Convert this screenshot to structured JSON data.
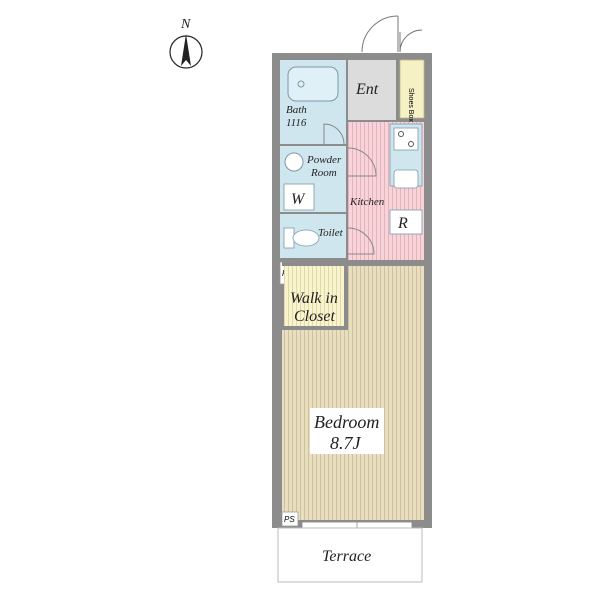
{
  "compass": {
    "north_label": "N"
  },
  "rooms": {
    "entrance": "Ent",
    "shoes_box": "Shoes Box",
    "bath": "Bath",
    "bath_size": "1116",
    "powder_room_line1": "Powder",
    "powder_room_line2": "Room",
    "washer": "W",
    "kitchen": "Kitchen",
    "refrigerator": "R",
    "toilet": "Toilet",
    "ps_top": "PS",
    "walk_in_line1": "Walk in",
    "walk_in_line2": "Closet",
    "bedroom": "Bedroom",
    "bedroom_size": "8.7J",
    "ps_bottom": "PS",
    "terrace": "Terrace"
  },
  "colors": {
    "wall": "#8c8c8c",
    "wet_area": "#cfe6ef",
    "kitchen_floor": "#f3c9d0",
    "bedroom_floor": "#e6dcc0",
    "closet_floor": "#f6f1c4",
    "entrance_floor": "#dcdcdc"
  }
}
